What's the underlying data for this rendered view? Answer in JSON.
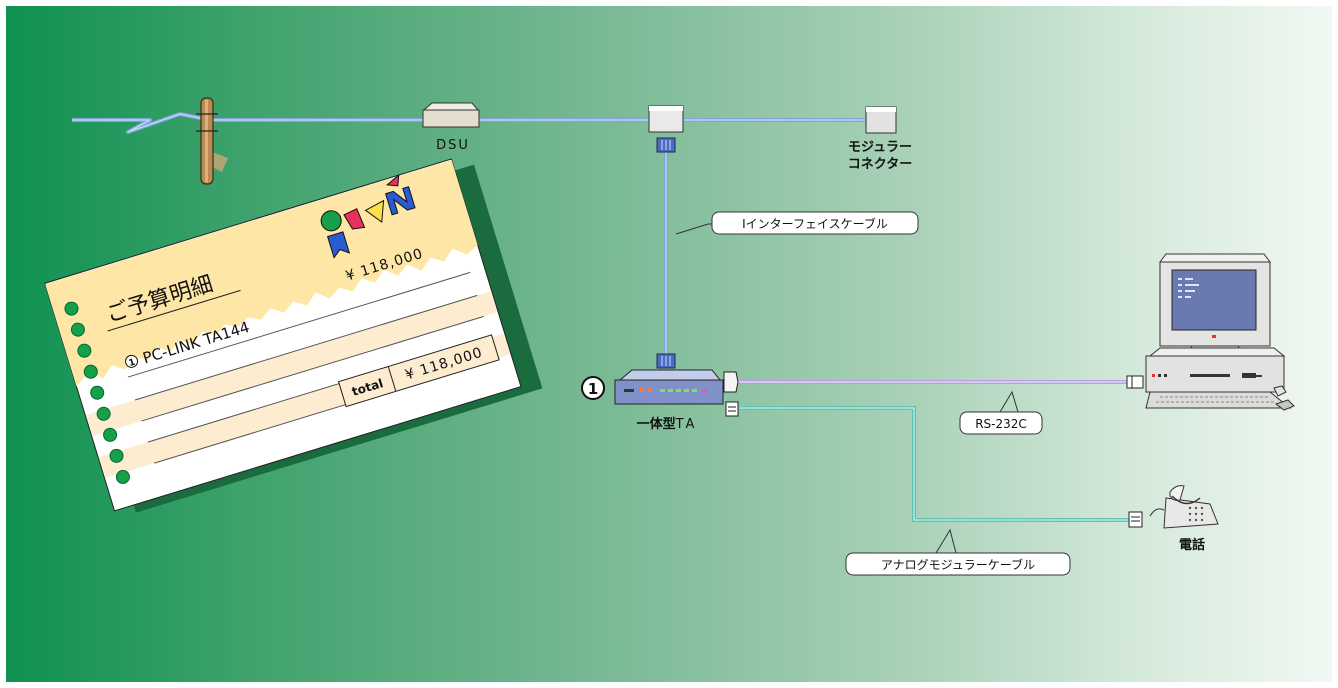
{
  "diagram": {
    "dsu_label": "DSU",
    "modular_connector_label_line1": "モジュラー",
    "modular_connector_label_line2": "コネクター",
    "i_interface_cable_label": "Iインターフェイスケーブル",
    "ta_number": "1",
    "ta_label_bold": "一体型",
    "ta_label_rest": "TA",
    "rs232c_label": "RS-232C",
    "analog_cable_label": "アナログモジュラーケーブル",
    "phone_label": "電話"
  },
  "budget_card": {
    "title": "ご予算明細",
    "item_number": "1",
    "item_name": "PC-LINK TA144",
    "item_price": "¥ 118,000",
    "total_label": "total",
    "total_price": "¥ 118,000"
  },
  "colors": {
    "cable_blue": "#7fa6dc",
    "cable_purple": "#b6a2dc",
    "cable_teal": "#5fc3b3",
    "card_yellow": "#fde6a6",
    "card_shadow": "#1a6b3e"
  }
}
